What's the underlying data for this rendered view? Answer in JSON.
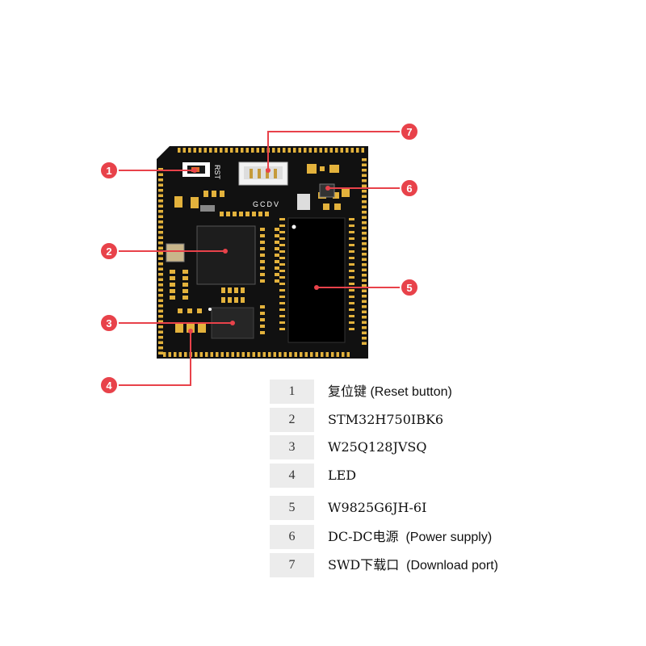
{
  "board": {
    "silkscreen_rst": "RST",
    "silkscreen_swd": "GCDV",
    "colors": {
      "pcb": "#111111",
      "pad": "#e3b23c",
      "callout": "#e8424a"
    }
  },
  "callouts": [
    {
      "number": "1",
      "target": "reset-button"
    },
    {
      "number": "2",
      "target": "mcu-chip"
    },
    {
      "number": "3",
      "target": "flash-chip"
    },
    {
      "number": "4",
      "target": "led"
    },
    {
      "number": "5",
      "target": "sdram-chip"
    },
    {
      "number": "6",
      "target": "dc-dc"
    },
    {
      "number": "7",
      "target": "swd-connector"
    }
  ],
  "legend": [
    {
      "number": "1",
      "cn": "复位键",
      "en": "(Reset button)",
      "mono": ""
    },
    {
      "number": "2",
      "cn": "",
      "en": "",
      "mono": "STM32H750IBK6"
    },
    {
      "number": "3",
      "cn": "",
      "en": "",
      "mono": "W25Q128JVSQ"
    },
    {
      "number": "4",
      "cn": "",
      "en": "",
      "mono": "LED"
    },
    {
      "number": "5",
      "cn": "",
      "en": "",
      "mono": "W9825G6JH-6I"
    },
    {
      "number": "6",
      "cn": "电源",
      "en": "(Power supply)",
      "mono": "DC-DC"
    },
    {
      "number": "7",
      "cn": "下载口",
      "en": "(Download port)",
      "mono": "SWD"
    }
  ]
}
